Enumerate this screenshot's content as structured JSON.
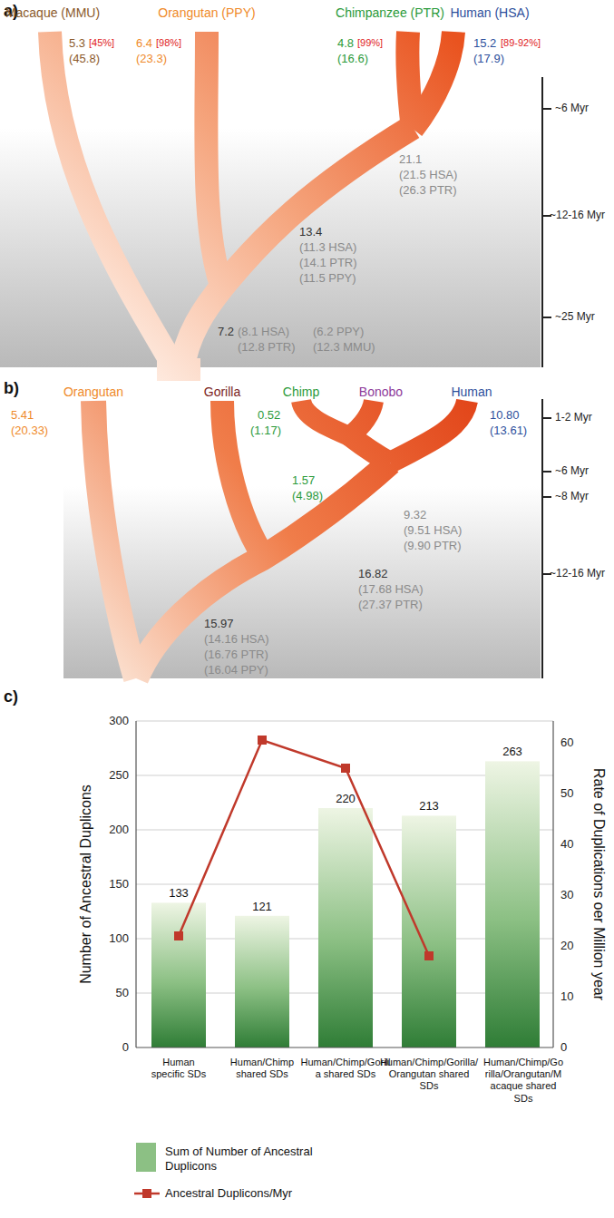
{
  "diagram": {
    "labels": [
      "a)",
      "Macaque (MMU)",
      "Orangutan (PPY)",
      "Chimpanzee (PTR)",
      "Human (HSA)",
      "5.3",
      "[45%]",
      "(45.8)",
      "6.4",
      "[98%]",
      "(23.3)",
      "4.8",
      "[99%]",
      "(16.6)",
      "15.2",
      "[89-92%]",
      "(17.9)",
      "21.1",
      "(21.5 HSA)",
      "(26.3 PTR)",
      "13.4",
      "(11.3 HSA)",
      "(14.1 PTR)",
      "(11.5 PPY)",
      "7.2",
      "(8.1 HSA)",
      "(6.2 PPY)",
      "(12.8 PTR)",
      "(12.3 MMU)",
      "~6 Myr",
      "~12-16 Myr",
      "~25 Myr",
      "b)",
      "Orangutan",
      "Gorilla",
      "Chimp",
      "Bonobo",
      "Human",
      "5.41",
      "(20.33)",
      "0.52",
      "(1.17)",
      "1.57",
      "(4.98)",
      "10.80",
      "(13.61)",
      "9.32",
      "(9.51 HSA)",
      "(9.90 PTR)",
      "16.82",
      "(17.68 HSA)",
      "(27.37 PTR)",
      "15.97",
      "(14.16 HSA)",
      "(16.76 PTR)",
      "(16.04 PPY)",
      "1-2 Myr",
      "~6 Myr",
      "~8 Myr",
      "~12-16 Myr",
      "c)",
      "Number of Ancestral Duplicons",
      "Rate of Duplications oer Million year",
      "0",
      "50",
      "100",
      "150",
      "200",
      "250",
      "300",
      "0",
      "10",
      "20",
      "30",
      "40",
      "50",
      "60",
      "133",
      "121",
      "220",
      "213",
      "263",
      "Human specific SDs",
      "Human/Chimp shared SDs",
      "Human/Chimp/Gorilla shared SDs",
      "Human/Chimp/Gorilla/Orangutan shared SDs",
      "Human/Chimp/Gorilla/Orangutan/Macaque shared SDs"
    ],
    "legend": [
      {
        "text": "Sum of Number of Ancestral Duplicons",
        "color": "#8cc084"
      },
      {
        "text": "Ancestral Duplicons/Myr"
      }
    ]
  }
}
